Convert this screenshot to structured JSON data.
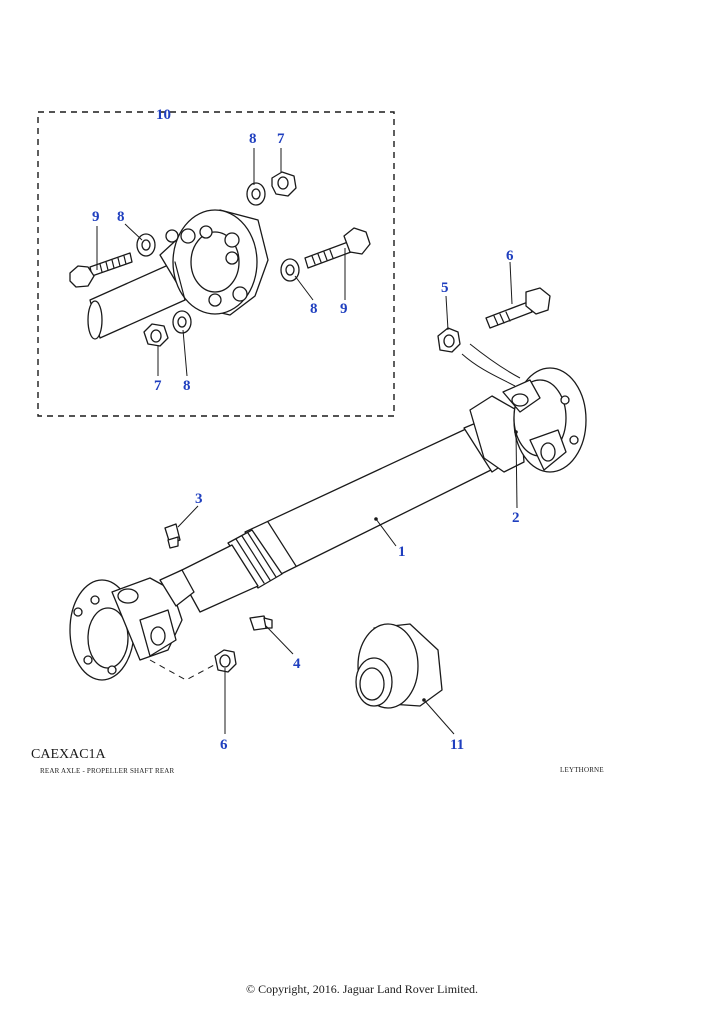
{
  "diagram": {
    "callouts": [
      "10",
      "8",
      "7",
      "9",
      "8",
      "9",
      "8",
      "7",
      "8",
      "6",
      "5",
      "2",
      "3",
      "1",
      "4",
      "6",
      "11"
    ],
    "ref_code": "CAEXAC1A",
    "caption": "REAR AXLE - PROPELLER SHAFT REAR",
    "plant": "LEYTHORNE"
  },
  "footer": {
    "copyright": "© Copyright, 2016. Jaguar Land Rover Limited."
  },
  "colors": {
    "callout": "#1f3fbf",
    "line": "#1a1a1a"
  }
}
